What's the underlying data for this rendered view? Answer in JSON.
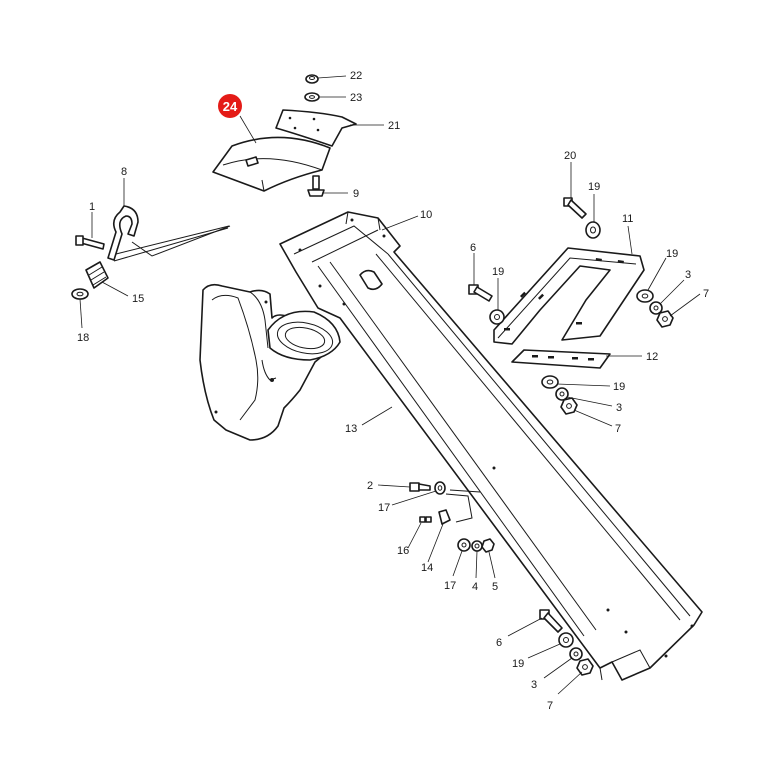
{
  "highlight_color": "#e41b17",
  "highlight_label": "24",
  "callouts": [
    {
      "id": "c22",
      "text": "22"
    },
    {
      "id": "c23",
      "text": "23"
    },
    {
      "id": "c21",
      "text": "21"
    },
    {
      "id": "c9",
      "text": "9"
    },
    {
      "id": "c8",
      "text": "8"
    },
    {
      "id": "c1",
      "text": "1"
    },
    {
      "id": "c15",
      "text": "15"
    },
    {
      "id": "c18",
      "text": "18"
    },
    {
      "id": "c10",
      "text": "10"
    },
    {
      "id": "c20",
      "text": "20"
    },
    {
      "id": "c19a",
      "text": "19"
    },
    {
      "id": "c11",
      "text": "11"
    },
    {
      "id": "c6a",
      "text": "6"
    },
    {
      "id": "c19b",
      "text": "19"
    },
    {
      "id": "c19c",
      "text": "19"
    },
    {
      "id": "c3a",
      "text": "3"
    },
    {
      "id": "c7a",
      "text": "7"
    },
    {
      "id": "c12",
      "text": "12"
    },
    {
      "id": "c19d",
      "text": "19"
    },
    {
      "id": "c3b",
      "text": "3"
    },
    {
      "id": "c7b",
      "text": "7"
    },
    {
      "id": "c13",
      "text": "13"
    },
    {
      "id": "c2",
      "text": "2"
    },
    {
      "id": "c17a",
      "text": "17"
    },
    {
      "id": "c16",
      "text": "16"
    },
    {
      "id": "c14",
      "text": "14"
    },
    {
      "id": "c17b",
      "text": "17"
    },
    {
      "id": "c4",
      "text": "4"
    },
    {
      "id": "c5",
      "text": "5"
    },
    {
      "id": "c6b",
      "text": "6"
    },
    {
      "id": "c19e",
      "text": "19"
    },
    {
      "id": "c3c",
      "text": "3"
    },
    {
      "id": "c7c",
      "text": "7"
    }
  ]
}
